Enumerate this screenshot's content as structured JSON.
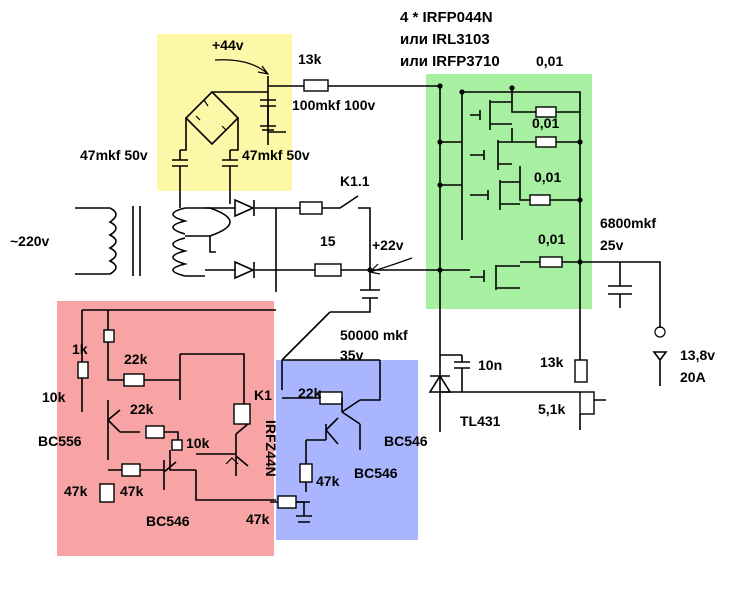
{
  "colors": {
    "zone_yellow": "#fdf8a8",
    "zone_green": "#a7f0a2",
    "zone_red": "#f8a4a4",
    "zone_blue": "#a9b5ff",
    "ink": "#000000"
  },
  "labels": {
    "mosfets_title": "4 * IRFP044N",
    "mosfets_alt1": "или IRL3103",
    "mosfets_alt2": "или IRFP3710",
    "plus44": "+44v",
    "r13k_top": "13k",
    "c100": "100mkf 100v",
    "c47_left": "47mkf 50v",
    "c47_right": "47mkf 50v",
    "shunt1": "0,01",
    "shunt2": "0,01",
    "shunt3": "0,01",
    "shunt4": "0,01",
    "relay_contact": "K1.1",
    "ac_in": "~220v",
    "r15": "15",
    "plus22": "+22v",
    "c6800": "6800mkf",
    "c6800_v": "25v",
    "c50000": "50000 mkf",
    "c50000_v": "35v",
    "c10n": "10n",
    "r13k_right": "13k",
    "r51k": "5,1k",
    "tl431": "TL431",
    "out_v": "13,8v",
    "out_a": "20A",
    "r1k": "1k",
    "r22k_a": "22k",
    "r10k_left": "10k",
    "r22k_b": "22k",
    "bc556": "BC556",
    "r10k_mid": "10k",
    "relay_k1": "K1",
    "irfz44n": "IRFZ44N",
    "r47k_a": "47k",
    "r47k_b": "47k",
    "bc546_red": "BC546",
    "r47k_c": "47k",
    "r22k_blue": "22k",
    "bc546_blue1": "BC546",
    "bc546_blue2": "BC546",
    "r47k_blue": "47k"
  }
}
